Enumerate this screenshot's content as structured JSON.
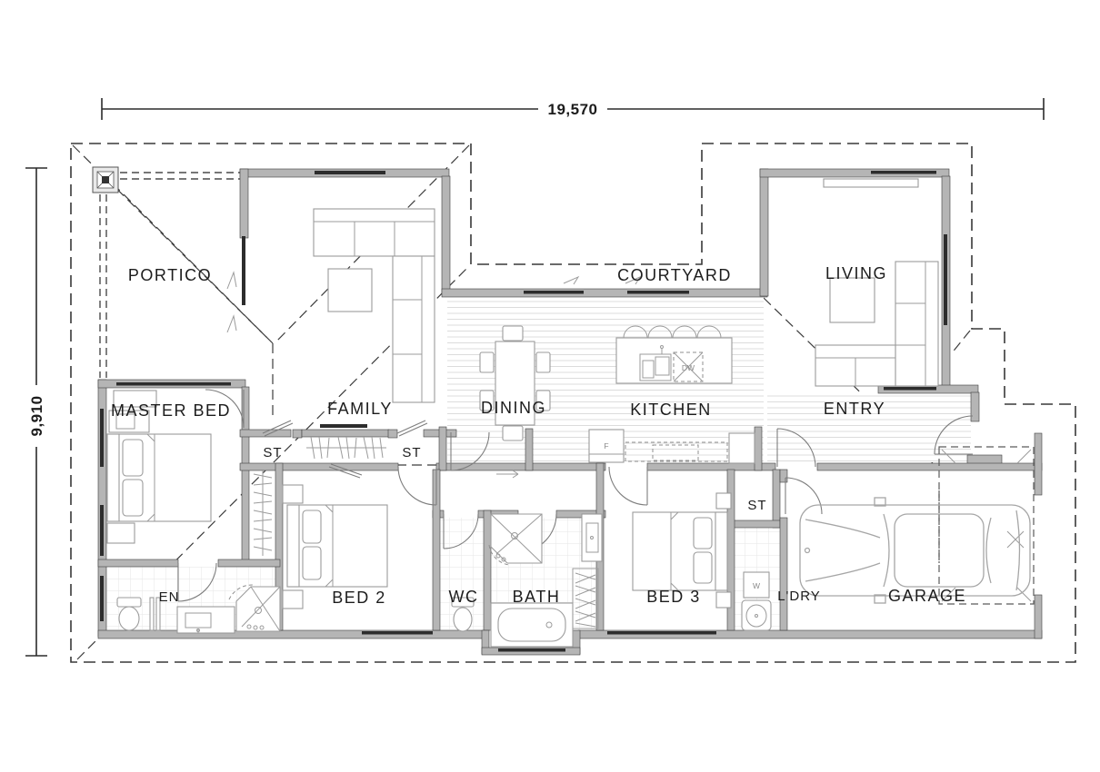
{
  "drawing": {
    "type": "architectural-floor-plan",
    "dimensions": {
      "overall_width": "19,570",
      "overall_height": "9,910"
    },
    "rooms": {
      "portico": "PORTICO",
      "courtyard": "COURTYARD",
      "living": "LIVING",
      "master_bed": "MASTER BED",
      "family": "FAMILY",
      "dining": "DINING",
      "kitchen": "KITCHEN",
      "entry": "ENTRY",
      "storage_1": "ST",
      "storage_2": "ST",
      "storage_3": "ST",
      "ensuite": "EN",
      "bed_2": "BED 2",
      "wc": "WC",
      "bath": "BATH",
      "bed_3": "BED 3",
      "laundry": "L'DRY",
      "garage": "GARAGE"
    },
    "appliances": {
      "fridge": "F",
      "dishwasher": "DW",
      "washer": "W"
    },
    "colors": {
      "wall": "#b5b5b5",
      "line": "#383838",
      "furniture": "#9b9b9b",
      "floor_stripe": "#dcdcdc",
      "tile": "#e6e6e6",
      "background": "#ffffff"
    }
  }
}
